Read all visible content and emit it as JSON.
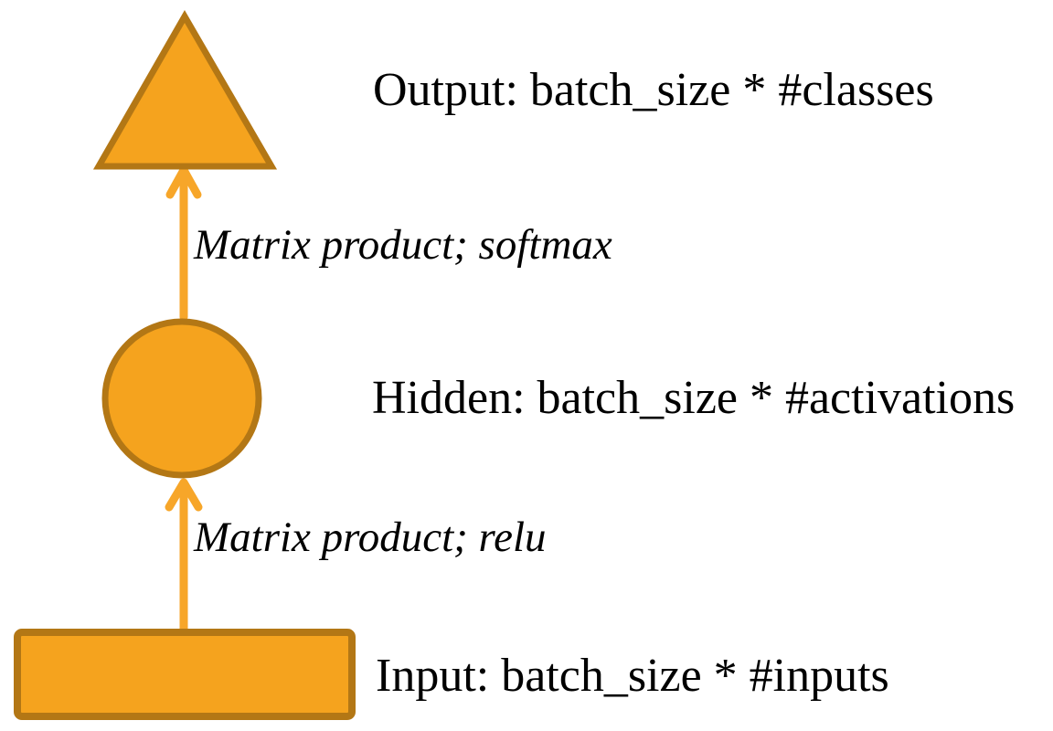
{
  "diagram": {
    "title": "feedforward-network-layer-diagram",
    "nodes": [
      {
        "id": "output",
        "shape": "triangle",
        "label": "Output: batch_size * #classes"
      },
      {
        "id": "hidden",
        "shape": "circle",
        "label": "Hidden: batch_size * #activations"
      },
      {
        "id": "input",
        "shape": "rectangle",
        "label": "Input: batch_size * #inputs"
      }
    ],
    "edges": [
      {
        "from": "hidden",
        "to": "output",
        "label": "Matrix product; softmax"
      },
      {
        "from": "input",
        "to": "hidden",
        "label": "Matrix product; relu"
      }
    ],
    "colors": {
      "shape_fill": "#F5A31E",
      "shape_border": "#B37715",
      "arrow": "#F7A629",
      "text": "#000000",
      "background": "#FFFFFF"
    }
  }
}
